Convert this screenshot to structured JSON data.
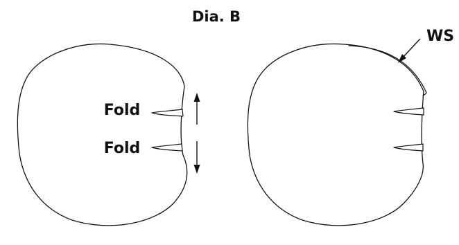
{
  "title": "Dia. B",
  "left_piece": {
    "fold_labels": [
      "Fold",
      "Fold"
    ]
  },
  "right_piece": {
    "callout": "WS"
  }
}
